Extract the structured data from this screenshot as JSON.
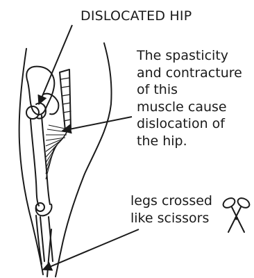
{
  "labels": {
    "title": "DISLOCATED HIP",
    "spasticity_lines": [
      "The spasticity",
      "and contracture",
      "of this",
      "muscle cause",
      "dislocation of",
      "the hip."
    ],
    "scissors_lines": [
      "legs crossed",
      "like scissors"
    ]
  },
  "icons": {
    "scissors": "scissors-icon",
    "arrow": "arrow-icon"
  },
  "colors": {
    "ink": "#1a1a1a",
    "background": "#ffffff"
  }
}
